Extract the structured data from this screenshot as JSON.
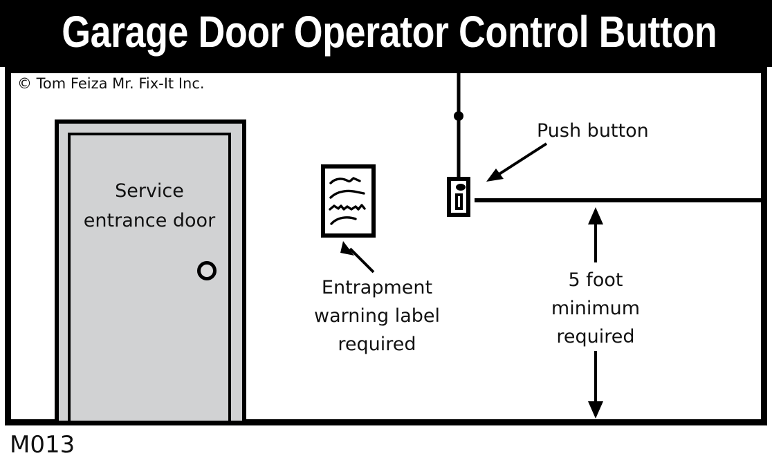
{
  "header": {
    "title": "Garage Door Operator Control Button"
  },
  "credit": {
    "text": "© Tom Feiza Mr. Fix-It Inc."
  },
  "diagram": {
    "door": {
      "label": "Service entrance door",
      "knob": "door-knob",
      "fill_color": "#d1d2d3"
    },
    "warning_placard": {
      "name": "entrapment-warning-label",
      "caption": "Entrapment warning label required",
      "caption_lines": [
        "Entrapment",
        "warning label",
        "required"
      ]
    },
    "push_button": {
      "name": "garage-door-control-button",
      "caption": "Push button"
    },
    "dimension": {
      "caption": "5 foot minimum required",
      "caption_lines": [
        "5 foot",
        "minimum",
        "required"
      ],
      "value": "5 foot",
      "qualifier": "minimum required"
    },
    "floor_line": "floor-reference-line",
    "wire": "control-wire"
  },
  "footer": {
    "code": "M013"
  },
  "colors": {
    "background": "#ffffff",
    "ink": "#000000",
    "door_gray": "#d1d2d3",
    "title_text": "#ffffff",
    "title_bg": "#000000"
  }
}
